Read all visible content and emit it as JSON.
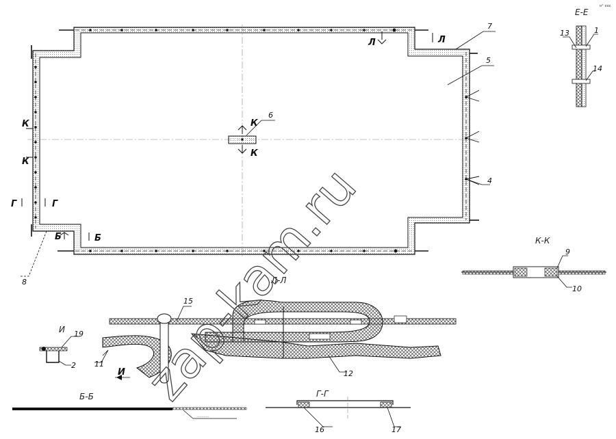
{
  "watermark": "zap-kam.ru",
  "corner_note": "н° ххх",
  "sections": {
    "ll": "Л-Л",
    "ee": "Е-Е",
    "kk": "К-К",
    "ii": "И",
    "bb": "Б-Б",
    "gg": "Г-Г"
  },
  "cut_marks": {
    "l": "Л",
    "k": "К",
    "g": "Г",
    "b": "Б",
    "i": "И"
  },
  "callouts": {
    "p1": "1",
    "p2": "2",
    "p4": "4",
    "p5": "5",
    "p6": "6",
    "p7": "7",
    "p8": "8",
    "p9": "9",
    "p10": "10",
    "p11": "11",
    "p12": "12",
    "p13": "13",
    "p14": "14",
    "p15": "15",
    "p16": "16",
    "p17": "17",
    "p19": "19"
  },
  "bb_note": "...........",
  "colors": {
    "line": "#111111",
    "hatch": "#555555",
    "fill": "#efefef"
  }
}
